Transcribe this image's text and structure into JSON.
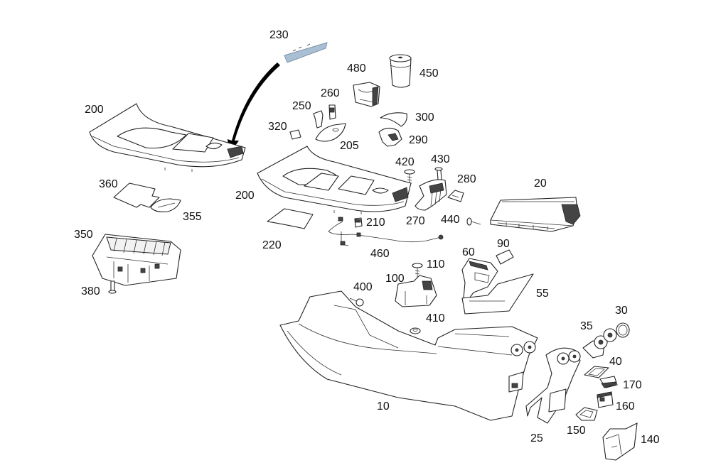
{
  "diagram": {
    "type": "exploded-parts-diagram",
    "subject": "center console assembly",
    "accent_color": "#a9bfd3",
    "arrow_color": "#000000",
    "parts": [
      {
        "id": "p230",
        "number": "230",
        "name": "insert pad (highlighted)"
      },
      {
        "id": "p200a",
        "number": "200",
        "name": "console trim panel (upper-left view)"
      },
      {
        "id": "p480",
        "number": "480",
        "name": "cup holder insert"
      },
      {
        "id": "p450",
        "number": "450",
        "name": "cup"
      },
      {
        "id": "p260",
        "number": "260",
        "name": "clip"
      },
      {
        "id": "p250",
        "number": "250",
        "name": "clip"
      },
      {
        "id": "p300",
        "number": "300",
        "name": "cover"
      },
      {
        "id": "p320",
        "number": "320",
        "name": "cap"
      },
      {
        "id": "p205",
        "number": "205",
        "name": "mat"
      },
      {
        "id": "p290",
        "number": "290",
        "name": "bracket"
      },
      {
        "id": "p420",
        "number": "420",
        "name": "screw"
      },
      {
        "id": "p430",
        "number": "430",
        "name": "bolt"
      },
      {
        "id": "p280",
        "number": "280",
        "name": "latch"
      },
      {
        "id": "p20",
        "number": "20",
        "name": "armrest lid"
      },
      {
        "id": "p360",
        "number": "360",
        "name": "mat"
      },
      {
        "id": "p355",
        "number": "355",
        "name": "mat"
      },
      {
        "id": "p200b",
        "number": "200",
        "name": "console trim panel"
      },
      {
        "id": "p270",
        "number": "270",
        "name": "bezel"
      },
      {
        "id": "p440",
        "number": "440",
        "name": "screw"
      },
      {
        "id": "p210",
        "number": "210",
        "name": "switch"
      },
      {
        "id": "p220",
        "number": "220",
        "name": "mat"
      },
      {
        "id": "p460",
        "number": "460",
        "name": "wiring harness"
      },
      {
        "id": "p350",
        "number": "350",
        "name": "module"
      },
      {
        "id": "p380",
        "number": "380",
        "name": "screw"
      },
      {
        "id": "p60",
        "number": "60",
        "name": "bracket"
      },
      {
        "id": "p90",
        "number": "90",
        "name": "button"
      },
      {
        "id": "p110",
        "number": "110",
        "name": "screw"
      },
      {
        "id": "p100",
        "number": "100",
        "name": "bracket"
      },
      {
        "id": "p400",
        "number": "400",
        "name": "screw"
      },
      {
        "id": "p55",
        "number": "55",
        "name": "liner"
      },
      {
        "id": "p410",
        "number": "410",
        "name": "nut"
      },
      {
        "id": "p30",
        "number": "30",
        "name": "ring"
      },
      {
        "id": "p35",
        "number": "35",
        "name": "air vent"
      },
      {
        "id": "p40",
        "number": "40",
        "name": "frame"
      },
      {
        "id": "p170",
        "number": "170",
        "name": "cover"
      },
      {
        "id": "p10",
        "number": "10",
        "name": "center console housing"
      },
      {
        "id": "p160",
        "number": "160",
        "name": "USB port"
      },
      {
        "id": "p150",
        "number": "150",
        "name": "frame"
      },
      {
        "id": "p25",
        "number": "25",
        "name": "rear panel"
      },
      {
        "id": "p140",
        "number": "140",
        "name": "storage tray"
      }
    ]
  }
}
